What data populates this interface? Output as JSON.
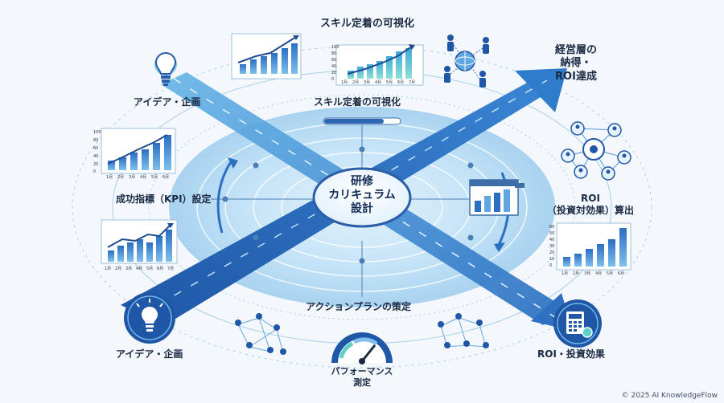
{
  "center": {
    "line1": "研修",
    "line2": "カリキュラム",
    "line3": "設計"
  },
  "labels": {
    "skill_top": "スキル定着の可視化",
    "skill_inner": "スキル定着の可視化",
    "idea_top": "アイデア・企画",
    "idea_bottom": "アイデア・企画",
    "kpi": "成功指標（KPI）設定",
    "goal_line1": "経営層の",
    "goal_line2": "納得・",
    "goal_line3": "ROI達成",
    "roi_calc_line1": "ROI",
    "roi_calc_line2": "（投資対効果）算出",
    "action": "アクションプランの策定",
    "perf_line1": "パフォーマンス",
    "perf_line2": "測定",
    "roi_invest": "ROI・投資効果"
  },
  "chart_top_center": {
    "yticks": [
      "100",
      "80",
      "60",
      "40",
      "20",
      "0"
    ],
    "xticks": [
      "1月",
      "2月",
      "3月",
      "4月",
      "5月",
      "6月",
      "7月"
    ]
  },
  "chart_left_upper": {
    "yticks": [
      "100",
      "80",
      "60",
      "40",
      "20",
      "0"
    ],
    "xticks": [
      "1月",
      "2月",
      "3月",
      "4月",
      "5月",
      "6月"
    ]
  },
  "chart_left_lower": {
    "xticks": [
      "1月",
      "2月",
      "3月",
      "4月",
      "5月",
      "6月",
      "7月"
    ]
  },
  "chart_right_lower": {
    "yticks": [
      "60",
      "50",
      "40",
      "30",
      "20",
      "10",
      "0"
    ],
    "xticks": [
      "1月",
      "2月",
      "3月",
      "4月",
      "5月",
      "6月"
    ]
  },
  "copyright": "© 2025 AI KnowledgeFlow",
  "colors": {
    "primary": "#1f5fb0",
    "light": "#8cc6ee",
    "teal": "#5fd0c8",
    "dark": "#0f3d7a"
  }
}
